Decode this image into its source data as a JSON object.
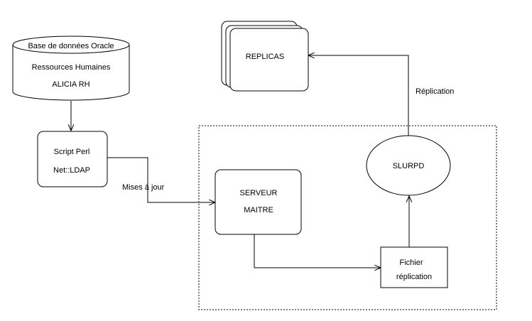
{
  "database": {
    "line1": "Base de données Oracle",
    "line2": "Ressources Humaines",
    "line3": "ALICIA RH"
  },
  "script": {
    "line1": "Script Perl",
    "line2": "Net::LDAP"
  },
  "updates_label": "Mises à jour",
  "master": {
    "line1": "SERVEUR",
    "line2": "MAITRE"
  },
  "replication_file": {
    "line1": "Fichier",
    "line2": "réplication"
  },
  "slurpd_label": "SLURPD",
  "replicas_label": "REPLICAS",
  "replication_label": "Réplication"
}
